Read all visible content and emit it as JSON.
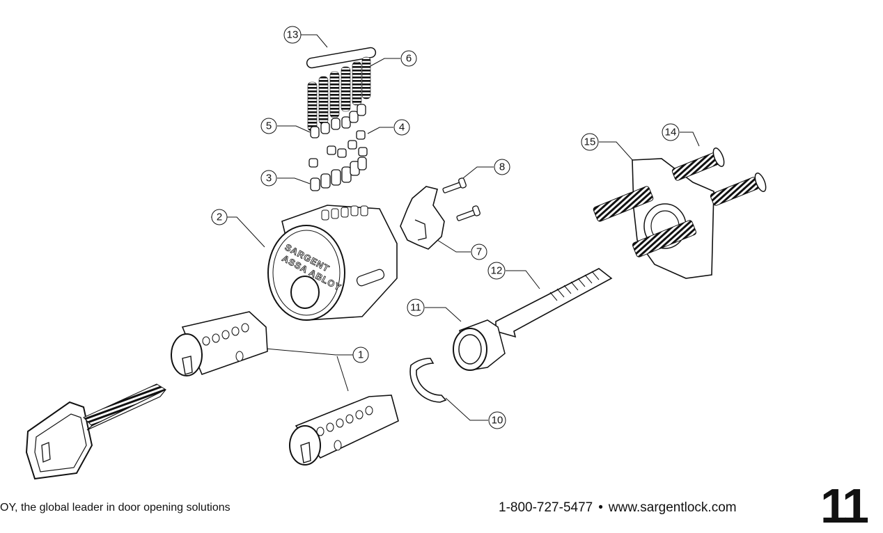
{
  "diagram": {
    "callouts": [
      "1",
      "2",
      "3",
      "4",
      "5",
      "6",
      "7",
      "8",
      "10",
      "11",
      "12",
      "13",
      "14",
      "15"
    ],
    "cylinder_embossing": {
      "line1": "SARGENT",
      "line2": "ASSA ABLOY"
    }
  },
  "footer": {
    "tagline": "OY, the global leader in door opening solutions",
    "phone": "1-800-727-5477",
    "separator": "•",
    "website": "www.sargentlock.com",
    "page_number": "11"
  }
}
